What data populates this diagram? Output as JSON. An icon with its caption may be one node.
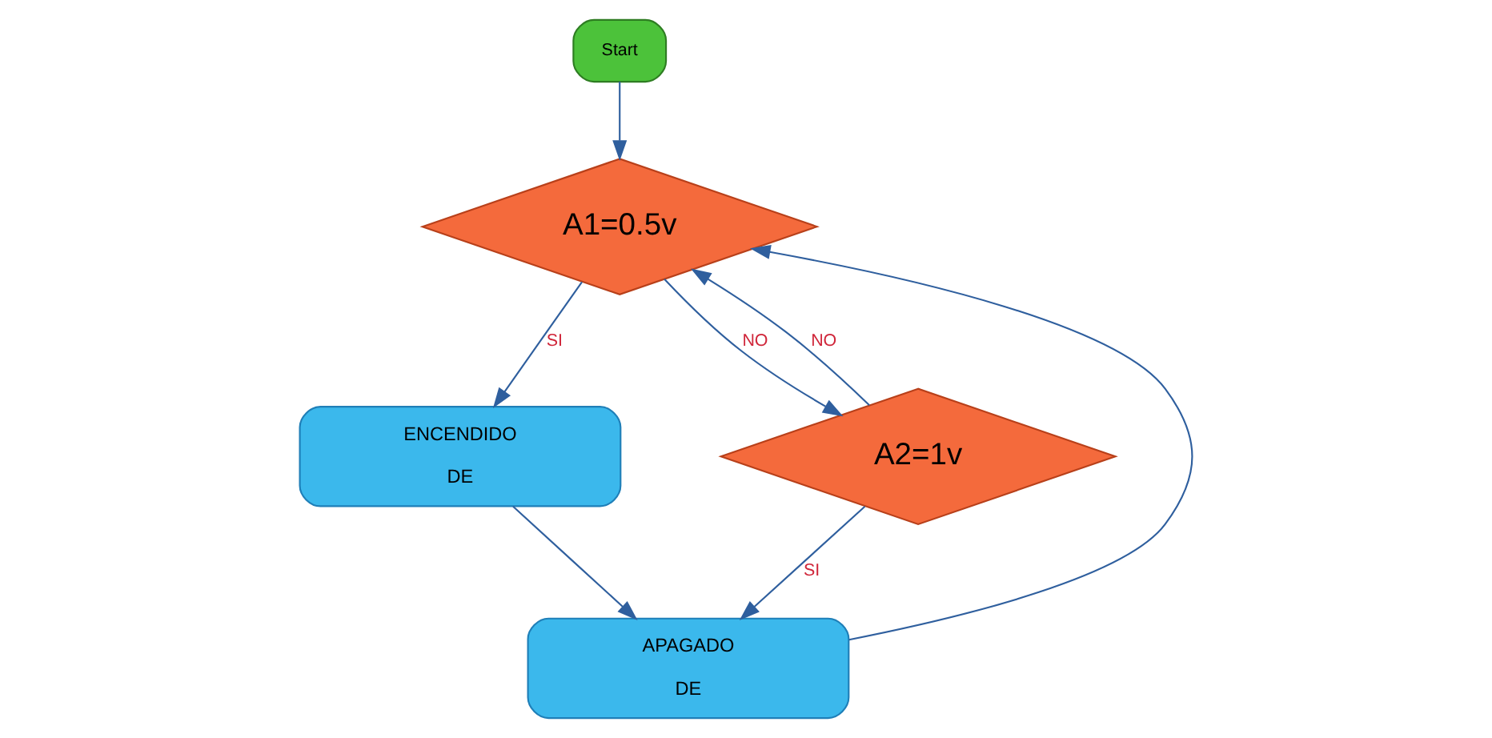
{
  "diagram": {
    "nodes": [
      {
        "text": [
          "Start"
        ]
      },
      {
        "text": [
          "A1=0.5v"
        ]
      },
      {
        "text": [
          "ENCENDIDO",
          "DE"
        ]
      },
      {
        "text": [
          "A2=1v"
        ]
      },
      {
        "text": [
          "APAGADO",
          "DE"
        ]
      }
    ],
    "edges": [
      {
        "from": 0,
        "to": 1,
        "arrow": "to"
      },
      {
        "from": 1,
        "to": 3,
        "arrow": "to",
        "label": "NO"
      },
      {
        "from": 1,
        "to": 2,
        "arrow": "to",
        "label": "SI"
      },
      {
        "from": 3,
        "to": 4,
        "arrow": "to",
        "label": "SI"
      },
      {
        "from": 2,
        "to": 4,
        "arrow": "to"
      },
      {
        "from": 3,
        "to": 1,
        "arrow": "to",
        "label": "NO"
      },
      {
        "from": 4,
        "to": 1,
        "arrow": "to"
      }
    ]
  }
}
